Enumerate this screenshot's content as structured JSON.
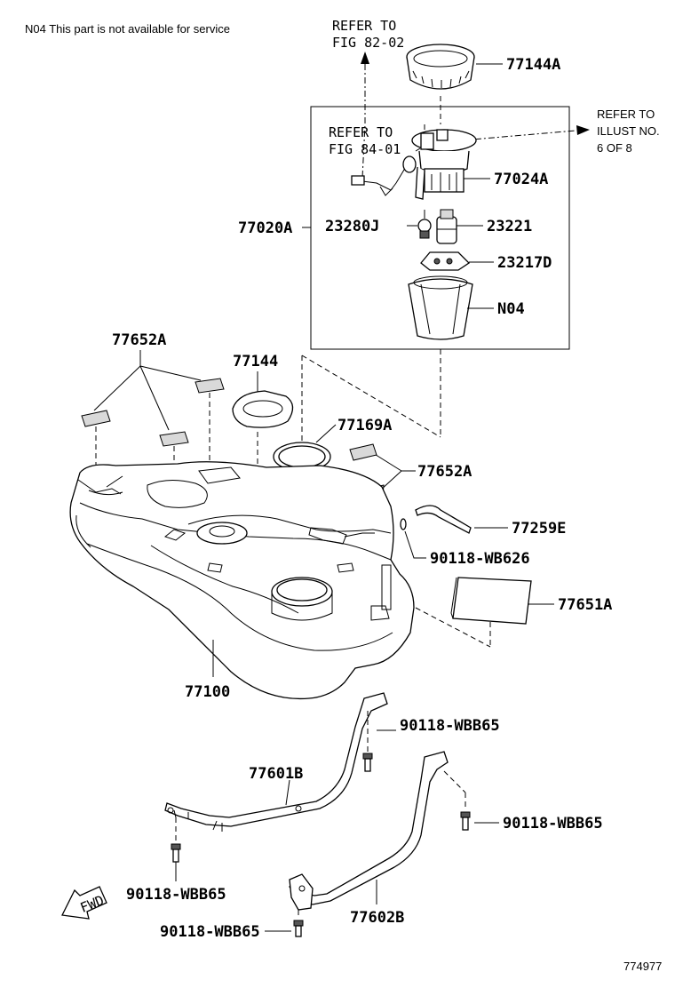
{
  "note": "N04 This part is not available for service",
  "refs": {
    "fig82_line1": "REFER TO",
    "fig82_line2": "FIG 82-02",
    "fig84_line1": "REFER TO",
    "fig84_line2": "FIG 84-01",
    "illust_line1": "REFER TO",
    "illust_line2": "ILLUST NO.",
    "illust_line3": "6 OF 8"
  },
  "labels": {
    "p77144A": "77144A",
    "p77024A": "77024A",
    "p77020A": "77020A",
    "p23280J": "23280J",
    "p23221": "23221",
    "p23217D": "23217D",
    "pN04": "N04",
    "p77652A_top": "77652A",
    "p77144": "77144",
    "p77169A": "77169A",
    "p77652A_right": "77652A",
    "p77259E": "77259E",
    "p90118WB626": "90118-WB626",
    "p77651A": "77651A",
    "p77100": "77100",
    "p90118WBB65_a": "90118-WBB65",
    "p77601B": "77601B",
    "p90118WBB65_b": "90118-WBB65",
    "p90118WBB65_c": "90118-WBB65",
    "p77602B": "77602B",
    "p90118WBB65_d": "90118-WBB65"
  },
  "fwd_label": "FWD",
  "figure_id": "774977"
}
